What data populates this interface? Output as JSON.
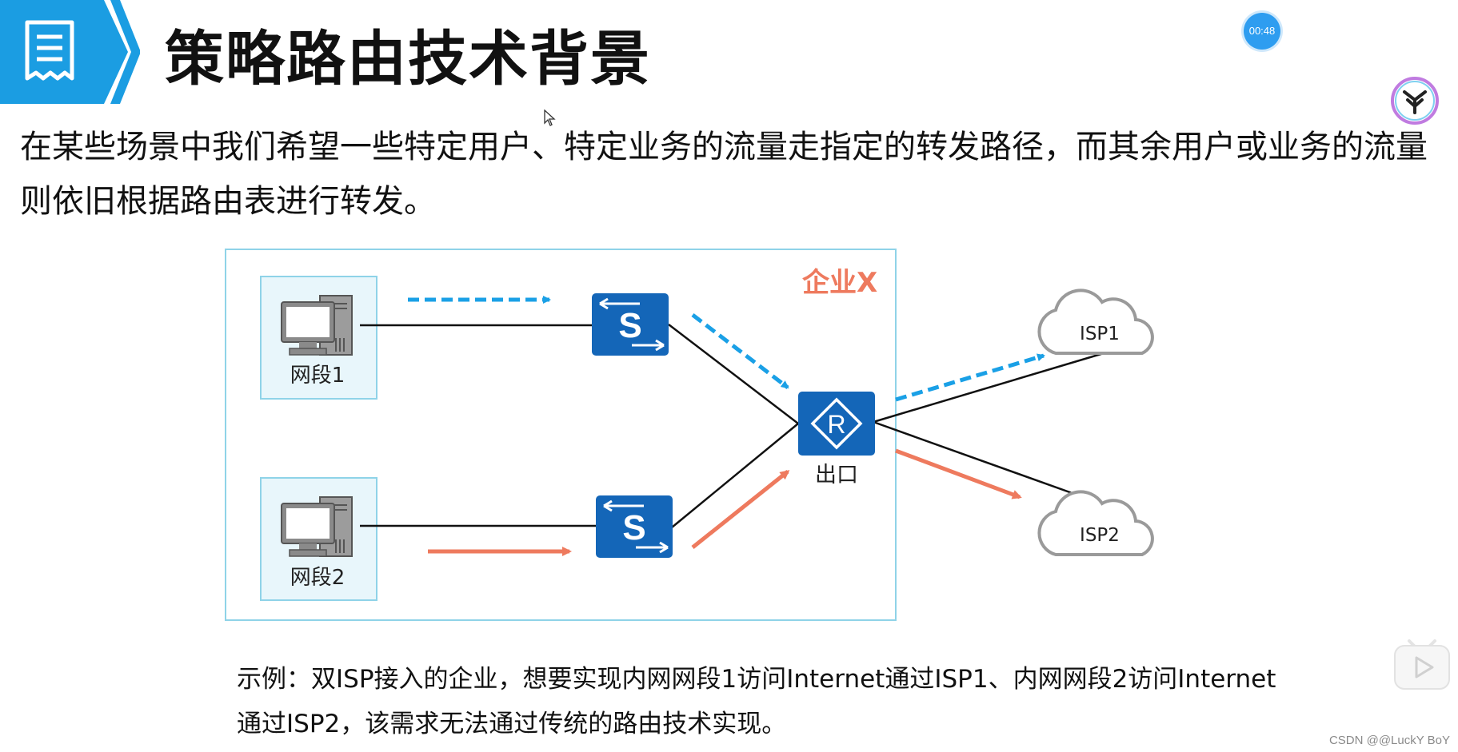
{
  "header": {
    "title": "策略路由技术背景"
  },
  "timer": {
    "value": "00:48"
  },
  "intro": {
    "text": "在某些场景中我们希望一些特定用户、特定业务的流量走指定的转发路径，而其余用户或业务的流量则依旧根据路由表进行转发。"
  },
  "diagram": {
    "enterprise_label": "企业X",
    "segment1_label": "网段1",
    "segment2_label": "网段2",
    "router_label": "出口",
    "router_glyph": "R",
    "switch_glyph": "S",
    "isp1_label": "ISP1",
    "isp2_label": "ISP2",
    "colors": {
      "blue_path": "#1aa0e6",
      "red_path": "#ee7a5e",
      "device": "#1466b8",
      "frame": "#8fd3e8",
      "enterprise_text": "#ee7a5e"
    }
  },
  "caption": {
    "text": "示例：双ISP接入的企业，想要实现内网网段1访问Internet通过ISP1、内网网段2访问Internet通过ISP2，该需求无法通过传统的路由技术实现。"
  },
  "footer": {
    "watermark": "CSDN @@LuckY BoY"
  },
  "icons": [
    "document-icon",
    "logo-icon",
    "cursor-icon",
    "play-icon",
    "computer-icon",
    "switch-icon",
    "router-icon",
    "cloud-icon"
  ]
}
